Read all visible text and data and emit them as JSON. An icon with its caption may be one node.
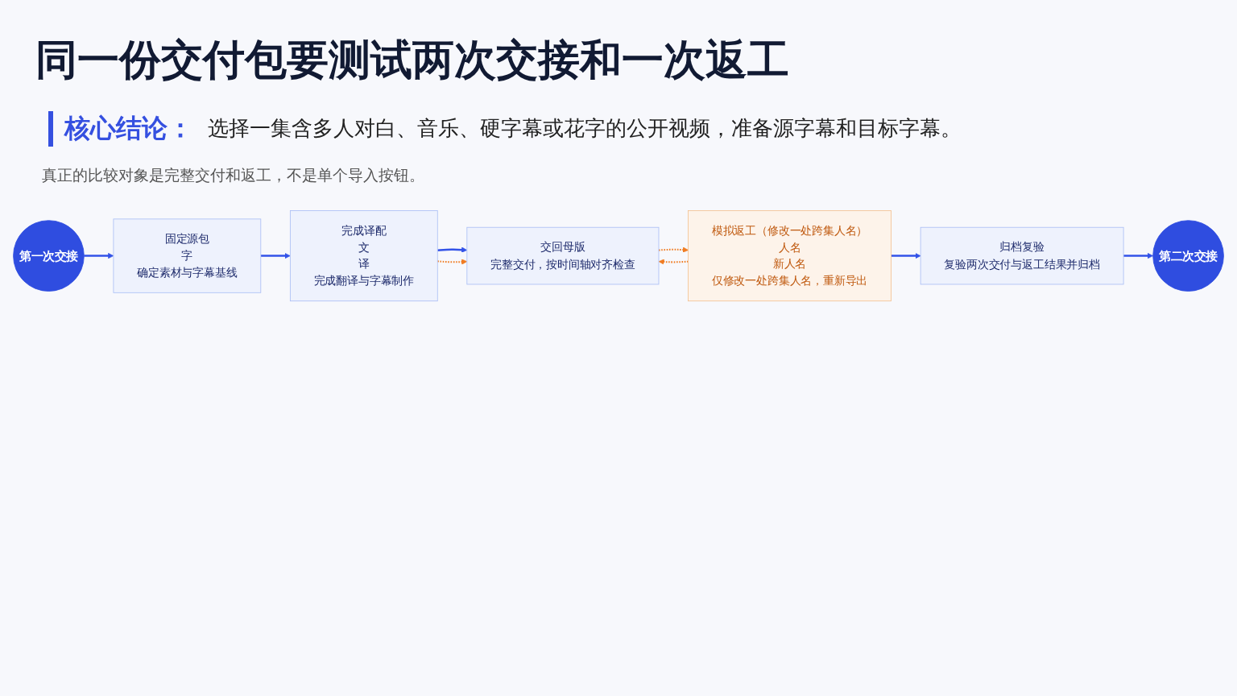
{
  "diagram": {
    "title": "同一份交付包要测试两次交接和一次返工",
    "nodes": [
      {
        "text": [
          "第一次交接"
        ]
      },
      {
        "text": [
          "固定源包",
          "字",
          "确定素材与字幕基线"
        ]
      },
      {
        "text": [
          "完成译配",
          "文",
          "译",
          "完成翻译与字幕制作"
        ]
      },
      {
        "text": [
          "交回母版",
          "完整交付，按时间轴对齐检查"
        ]
      },
      {
        "text": [
          "模拟返工（修改一处跨集人名）",
          "人名",
          "新人名",
          "仅修改一处跨集人名，重新导出"
        ]
      },
      {
        "text": [
          "归档复验",
          "复验两次交付与返工结果并归档"
        ]
      },
      {
        "text": [
          "第二次交接"
        ]
      }
    ],
    "edges": [
      {
        "from": 0,
        "to": 1,
        "arrow": "to"
      },
      {
        "from": 1,
        "to": 2,
        "arrow": "to"
      },
      {
        "from": 2,
        "to": 3,
        "arrow": "to"
      },
      {
        "from": 3,
        "to": 4,
        "arrow": "to",
        "style": "dashed",
        "color": "#f07c22"
      },
      {
        "from": 4,
        "to": 5,
        "arrow": "to"
      },
      {
        "from": 5,
        "to": 6,
        "arrow": "to"
      },
      {
        "from": 2,
        "to": 3,
        "arrow": "to",
        "style": "dashed",
        "color": "#f07c22"
      },
      {
        "from": 4,
        "to": 3,
        "arrow": "to",
        "style": "dashed",
        "color": "#f07c22"
      }
    ],
    "labels": [
      "核心结论：",
      "选择一集含多人对白、音乐、硬字幕或花字的公开视频，准备源字幕和目标字幕。",
      "真正的比较对象是完整交付和返工，不是单个导入按钮。"
    ]
  }
}
